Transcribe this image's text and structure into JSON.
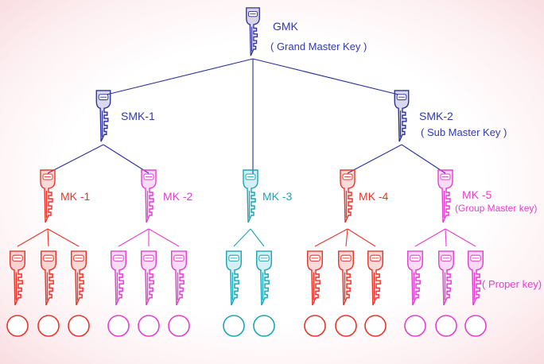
{
  "colors": {
    "blue": "#2b2f9a",
    "red": "#e8352b",
    "magenta": "#e33fd0",
    "cyan": "#1aa6b7",
    "gmk_text": "#2f39b5"
  },
  "labels": {
    "gmk": "GMK",
    "gmk_sub": "( Grand Master  Key )",
    "smk1": "SMK-1",
    "smk2": "SMK-2",
    "smk2_sub": "( Sub Master Key )",
    "mk1": "MK -1",
    "mk2": "MK -2",
    "mk3": "MK -3",
    "mk4": "MK -4",
    "mk5": "MK -5",
    "mk5_sub": "(Group Master key)",
    "proper": "( Proper  key)"
  },
  "icon": "key-icon"
}
